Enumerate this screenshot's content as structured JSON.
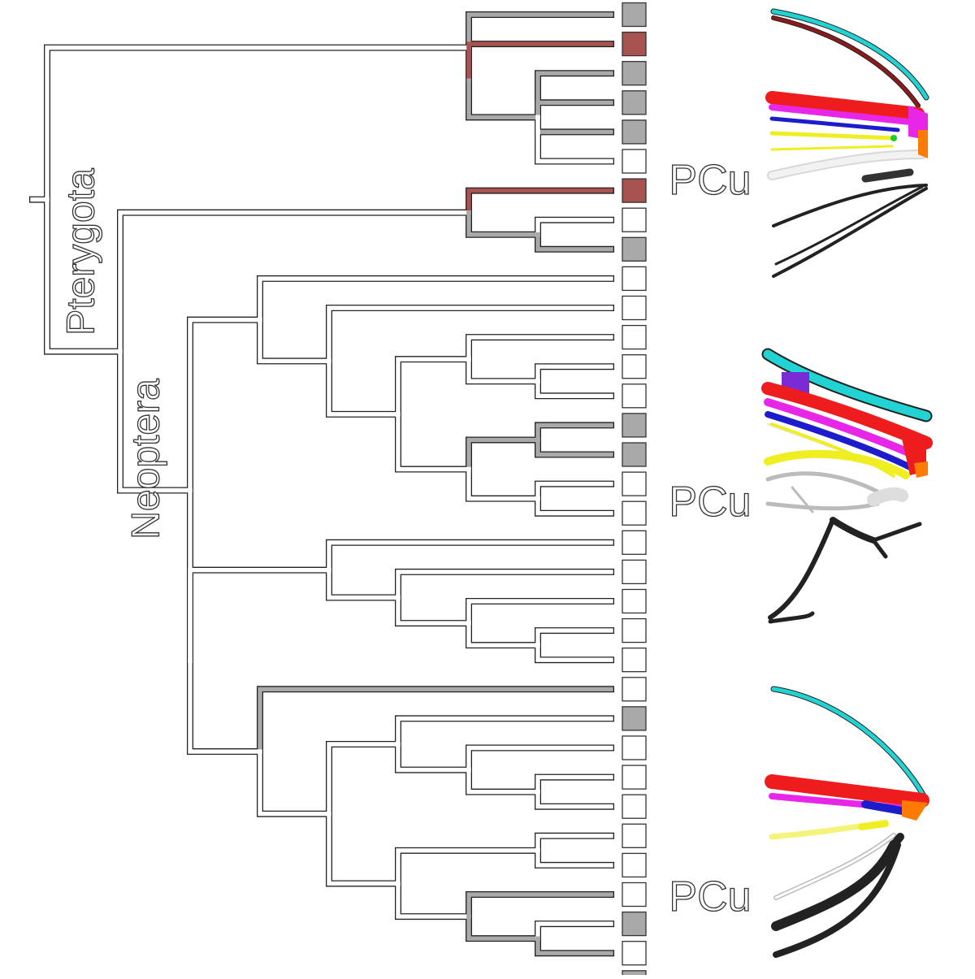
{
  "clade_labels": {
    "pterygota": "Pterygota",
    "neoptera": "Neoptera"
  },
  "pcu_labels": [
    "PCu",
    "PCu",
    "PCu"
  ],
  "state_colors": {
    "present": "#a9a9a9",
    "red": "#a85350",
    "absent": "#ffffff"
  },
  "tip_states": [
    "present",
    "red",
    "present",
    "present",
    "present",
    "absent",
    "red",
    "absent",
    "present",
    "absent",
    "absent",
    "absent",
    "absent",
    "absent",
    "present",
    "present",
    "absent",
    "absent",
    "absent",
    "absent",
    "absent",
    "absent",
    "absent",
    "absent",
    "present",
    "absent",
    "absent",
    "absent",
    "absent",
    "absent",
    "absent",
    "present",
    "absent",
    "present"
  ],
  "vein_colors": {
    "costa": "#22d3d3",
    "subcosta": "#8b1a1a",
    "radius": "#ee1c1c",
    "radius_posterior": "#e826e8",
    "media": "#1c1ccc",
    "cubitus": "#eeee22",
    "postcubitus": "#e6e6e6",
    "anal": "#222222",
    "jugal": "#ff7a00",
    "sclerite": "#7a2bd6",
    "green_spot": "#22cc22"
  }
}
